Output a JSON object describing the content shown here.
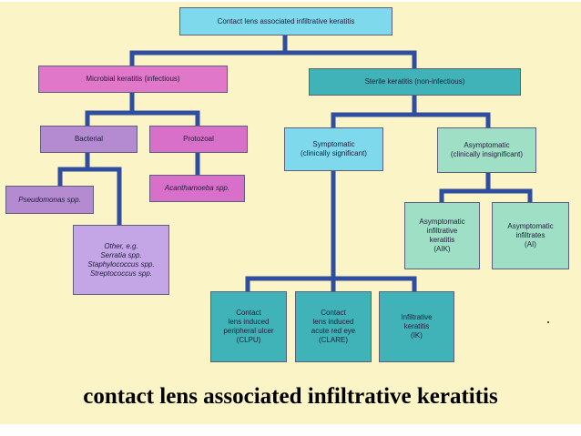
{
  "diagram": {
    "root": "Contact lens associated infiltrative keratitis",
    "microbial": "Microbial keratitis (infectious)",
    "sterile": "Sterile keratitis (non-infectious)",
    "bacterial": "Bacterial",
    "protozoal": "Protozoal",
    "pseudomonas": "Pseudomonas spp.",
    "acanthamoeba": "Acanthamoeba spp.",
    "other": "Other, e.g.\nSerratia spp.\nStaphylococcus spp.\nStreptococcus spp.",
    "symptomatic": "Symptomatic\n(clinically significant)",
    "asymptomatic": "Asymptomatic\n(clinically insignificant)",
    "aik": "Asymptomatic\ninfiltrative\nkeratitis\n(AIK)",
    "ai": "Asymptomatic\ninfiltrates\n(AI)",
    "clpu": "Contact\nlens induced\nperipheral ulcer\n(CLPU)",
    "clare": "Contact\nlens induced\nacute red eye\n(CLARE)",
    "ik": "Infiltrative\nkeratitis\n(IK)"
  },
  "caption": "contact lens associated infiltrative keratitis",
  "colors": {
    "background": "#fbf4c6",
    "connector": "#2f4ea0",
    "root": "#7fd9ec",
    "microbial": "#e077c8",
    "sterile": "#3fb3b8",
    "bacterial": "#b48ad0",
    "species": "#c4a5e6",
    "symptom": "#9fdfc6"
  }
}
